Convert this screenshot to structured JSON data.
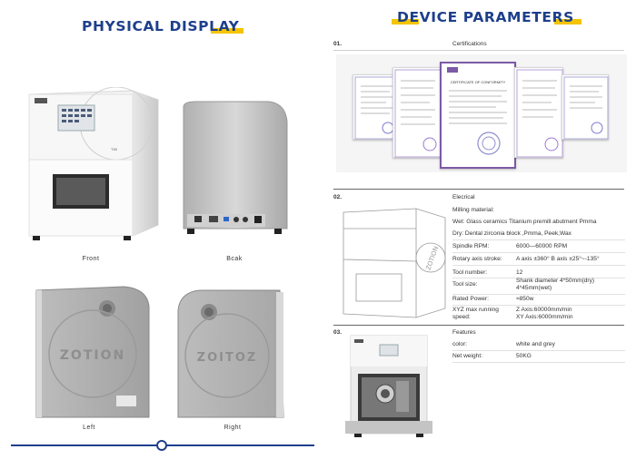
{
  "left": {
    "title": "PHYSICAL DISPLAY",
    "captions": {
      "front": "Front",
      "back": "Bcak",
      "left": "Left",
      "right": "Right"
    },
    "device_logo": "ZOTION",
    "device_logo_mirror": "ΖΟΙΤΟΖ",
    "device_model": "T30"
  },
  "right": {
    "title": "DEVICE PARAMETERS",
    "sections": [
      {
        "number": "01.",
        "title": "Certifications"
      },
      {
        "number": "02.",
        "title": "Elecrical"
      },
      {
        "number": "03.",
        "title": "Features"
      }
    ],
    "electrical": {
      "milling_label": "Milling material:",
      "wet_line": "Wet: Glass ceramics  Titanium premill abutment  Pmma",
      "dry_line": "Dry: Dental zirconia block ,Pmma,  Peek,Wax",
      "rows": [
        {
          "label": "Spindle RPM:",
          "value": "6000—60000 RPM"
        },
        {
          "label": "Rotary axis stroke:",
          "value": "A axis ±360°  B axis ±25°~-135°"
        },
        {
          "label": "Tool number:",
          "value": "12"
        },
        {
          "label": "Tool size:",
          "value": "Shank diameter 4*50mm(dry)",
          "value2": "4*45mm(wet)"
        },
        {
          "label": "Rated Power:",
          "value": "≈850w"
        },
        {
          "label": "XYZ max running",
          "label2": "speed:",
          "value": "Z Axis:60000mm/min",
          "value2": "XY Axis:6000mm/min"
        }
      ]
    },
    "features": [
      {
        "label": "color:",
        "value": "white and grey"
      },
      {
        "label": "Net weight:",
        "value": "50KG"
      }
    ],
    "cert_heading": "CERTIFICATE OF CONFORMITY",
    "colors": {
      "heading": "#1d3f8c",
      "accent": "#f4c400",
      "cert_border": "#7b5aa6"
    }
  }
}
